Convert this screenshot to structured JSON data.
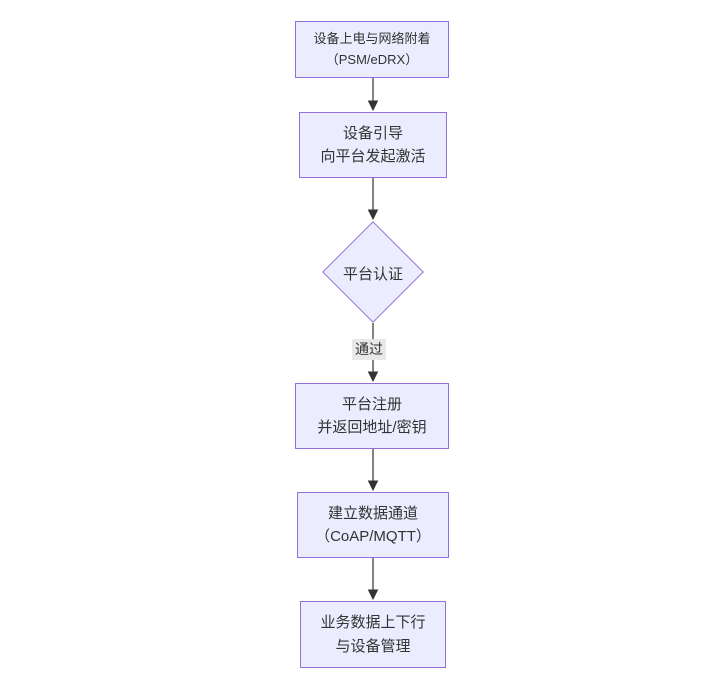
{
  "theme": {
    "node_fill": "#ececff",
    "node_border": "#9370db",
    "line_color": "#333333",
    "text_color": "#333333",
    "edge_label_bg": "#e8e8e8",
    "page_bg": "#ffffff"
  },
  "flowchart": {
    "direction": "top-down",
    "nodes": [
      {
        "id": "power_attach",
        "type": "rect",
        "lines": [
          "设备上电与网络附着",
          "（PSM/eDRX）"
        ]
      },
      {
        "id": "bootstrap",
        "type": "rect",
        "lines": [
          "设备引导",
          "向平台发起激活"
        ]
      },
      {
        "id": "platform_auth",
        "type": "diamond",
        "lines": [
          "平台认证"
        ]
      },
      {
        "id": "register",
        "type": "rect",
        "lines": [
          "平台注册",
          "并返回地址/密钥"
        ]
      },
      {
        "id": "data_channel",
        "type": "rect",
        "lines": [
          "建立数据通道",
          "（CoAP/MQTT）"
        ]
      },
      {
        "id": "business",
        "type": "rect",
        "lines": [
          "业务数据上下行",
          "与设备管理"
        ]
      }
    ],
    "edges": [
      {
        "from": "power_attach",
        "to": "bootstrap"
      },
      {
        "from": "bootstrap",
        "to": "platform_auth"
      },
      {
        "from": "platform_auth",
        "to": "register",
        "label": "通过"
      },
      {
        "from": "register",
        "to": "data_channel"
      },
      {
        "from": "data_channel",
        "to": "business"
      }
    ]
  }
}
